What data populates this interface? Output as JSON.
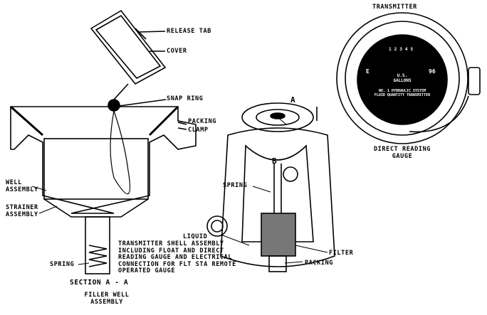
{
  "filler_well": {
    "release_tab": "RELEASE TAB",
    "cover": "COVER",
    "snap_ring": "SNAP RING",
    "packing": "PACKING",
    "clamp": "CLAMP",
    "well_assembly": [
      "WELL",
      "ASSEMBLY"
    ],
    "strainer_assembly": [
      "STRAINER",
      "ASSEMBLY"
    ],
    "spring": "SPRING",
    "section": "SECTION A - A",
    "title": [
      "FILLER WELL",
      "ASSEMBLY"
    ]
  },
  "transmitter_shell": {
    "marker_a": "A",
    "marker_b": "B",
    "spring": "SPRING",
    "liquid": "LIQUID",
    "description": [
      "TRANSMITTER SHELL ASSEMBLY",
      "INCLUDING FLOAT AND DIRECT",
      "READING GAUGE AND ELECTRICAL",
      "CONNECTION FOR FLT STA REMOTE",
      "OPERATED GAUGE"
    ],
    "filter": "FILTER",
    "packing": "PACKING"
  },
  "gauge": {
    "title": "TRANSMITTER",
    "caption": [
      "DIRECT READING",
      "GAUGE"
    ],
    "scale": [
      "1",
      "2",
      "3",
      "4",
      "5"
    ],
    "empty": "E",
    "full": "96",
    "units": [
      "U.S.",
      "GALLONS"
    ],
    "plate": [
      "NO. 1 HYDRAULIC SYSTEM",
      "FLUID QUANTITY TRANSMITTER"
    ]
  }
}
